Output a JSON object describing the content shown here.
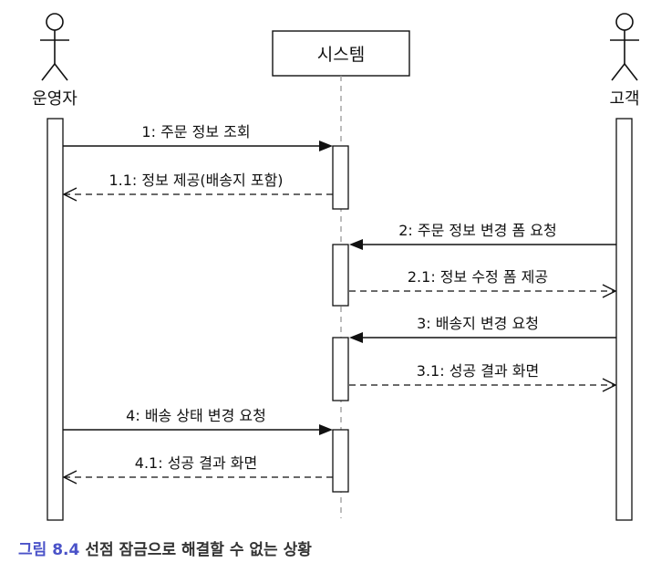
{
  "participants": [
    {
      "id": "operator",
      "label": "운영자"
    },
    {
      "id": "system",
      "label": "시스템"
    },
    {
      "id": "customer",
      "label": "고객"
    }
  ],
  "messages": [
    {
      "id": "m1",
      "label": "1: 주문 정보 조회",
      "from": "operator",
      "to": "system",
      "style": "solid"
    },
    {
      "id": "m11",
      "label": "1.1: 정보 제공(배송지 포함)",
      "from": "system",
      "to": "operator",
      "style": "dashed"
    },
    {
      "id": "m2",
      "label": "2: 주문 정보 변경 폼 요청",
      "from": "customer",
      "to": "system",
      "style": "solid"
    },
    {
      "id": "m21",
      "label": "2.1: 정보 수정 폼 제공",
      "from": "system",
      "to": "customer",
      "style": "dashed"
    },
    {
      "id": "m3",
      "label": "3: 배송지 변경 요청",
      "from": "customer",
      "to": "system",
      "style": "solid"
    },
    {
      "id": "m31",
      "label": "3.1: 성공 결과 화면",
      "from": "system",
      "to": "customer",
      "style": "dashed"
    },
    {
      "id": "m4",
      "label": "4: 배송 상태 변경 요청",
      "from": "operator",
      "to": "system",
      "style": "solid"
    },
    {
      "id": "m41",
      "label": "4.1: 성공 결과 화면",
      "from": "system",
      "to": "operator",
      "style": "dashed"
    }
  ],
  "caption": {
    "figure": "그림 8.4",
    "title": "선점 잠금으로 해결할 수 없는 상황"
  },
  "colors": {
    "caption_figure": "#4a52c8",
    "line": "#111111",
    "lifeline_dashed": "#999999"
  }
}
